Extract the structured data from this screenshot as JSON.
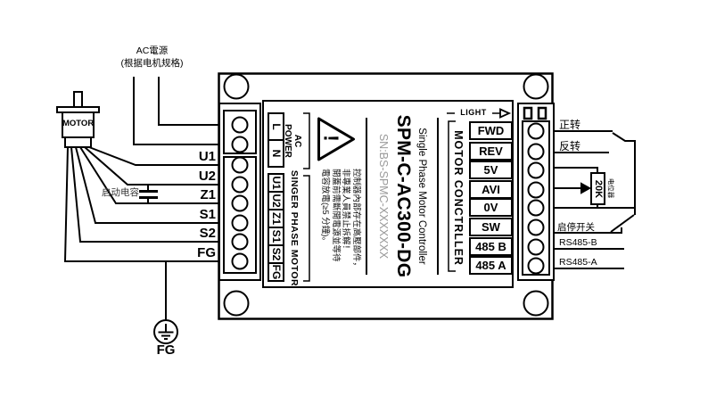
{
  "ac_supply": {
    "line1": "AC電源",
    "line2": "(根据电机规格)"
  },
  "motor": {
    "label": "MOTOR",
    "start_capacitor_label": "启动电容",
    "ground_label": "FG"
  },
  "motor_wires": [
    "U1",
    "U2",
    "Z1",
    "S1",
    "S2",
    "FG"
  ],
  "board": {
    "power_terminals": [
      "L",
      "N"
    ],
    "power_caption": [
      "AC",
      "POWER"
    ],
    "motor_caption": "SINGER PHASE MOTOR",
    "warning_mark": "!",
    "warning_lines": [
      "控制器內部存在高壓部件，",
      "非專業人員禁止拆解！",
      "開蓋前需斷開電源並等待",
      "電容放電(≥5 分鐘)。"
    ],
    "controller_caption": "MOTOR CONCTRLLER",
    "light_label": "LIGHT",
    "io_terminals": [
      "FWD",
      "REV",
      "5V",
      "AVI",
      "0V",
      "SW",
      "485 B",
      "485 A"
    ]
  },
  "title_block": {
    "product_name": "Single Phase Motor Controller",
    "model": "SPM-C-AC300-DG",
    "serial": "SN:BS-SPMC-XXXXXXX"
  },
  "control_wiring": {
    "forward": "正转",
    "reverse": "反转",
    "potentiometer_value": "20K",
    "potentiometer_label": "电位器",
    "run_stop_switch": "启停开关",
    "rs485_b": "RS485-B",
    "rs485_a": "RS485-A"
  },
  "colors": {
    "line": "#000000",
    "serial_gray": "#9a9a9a"
  }
}
